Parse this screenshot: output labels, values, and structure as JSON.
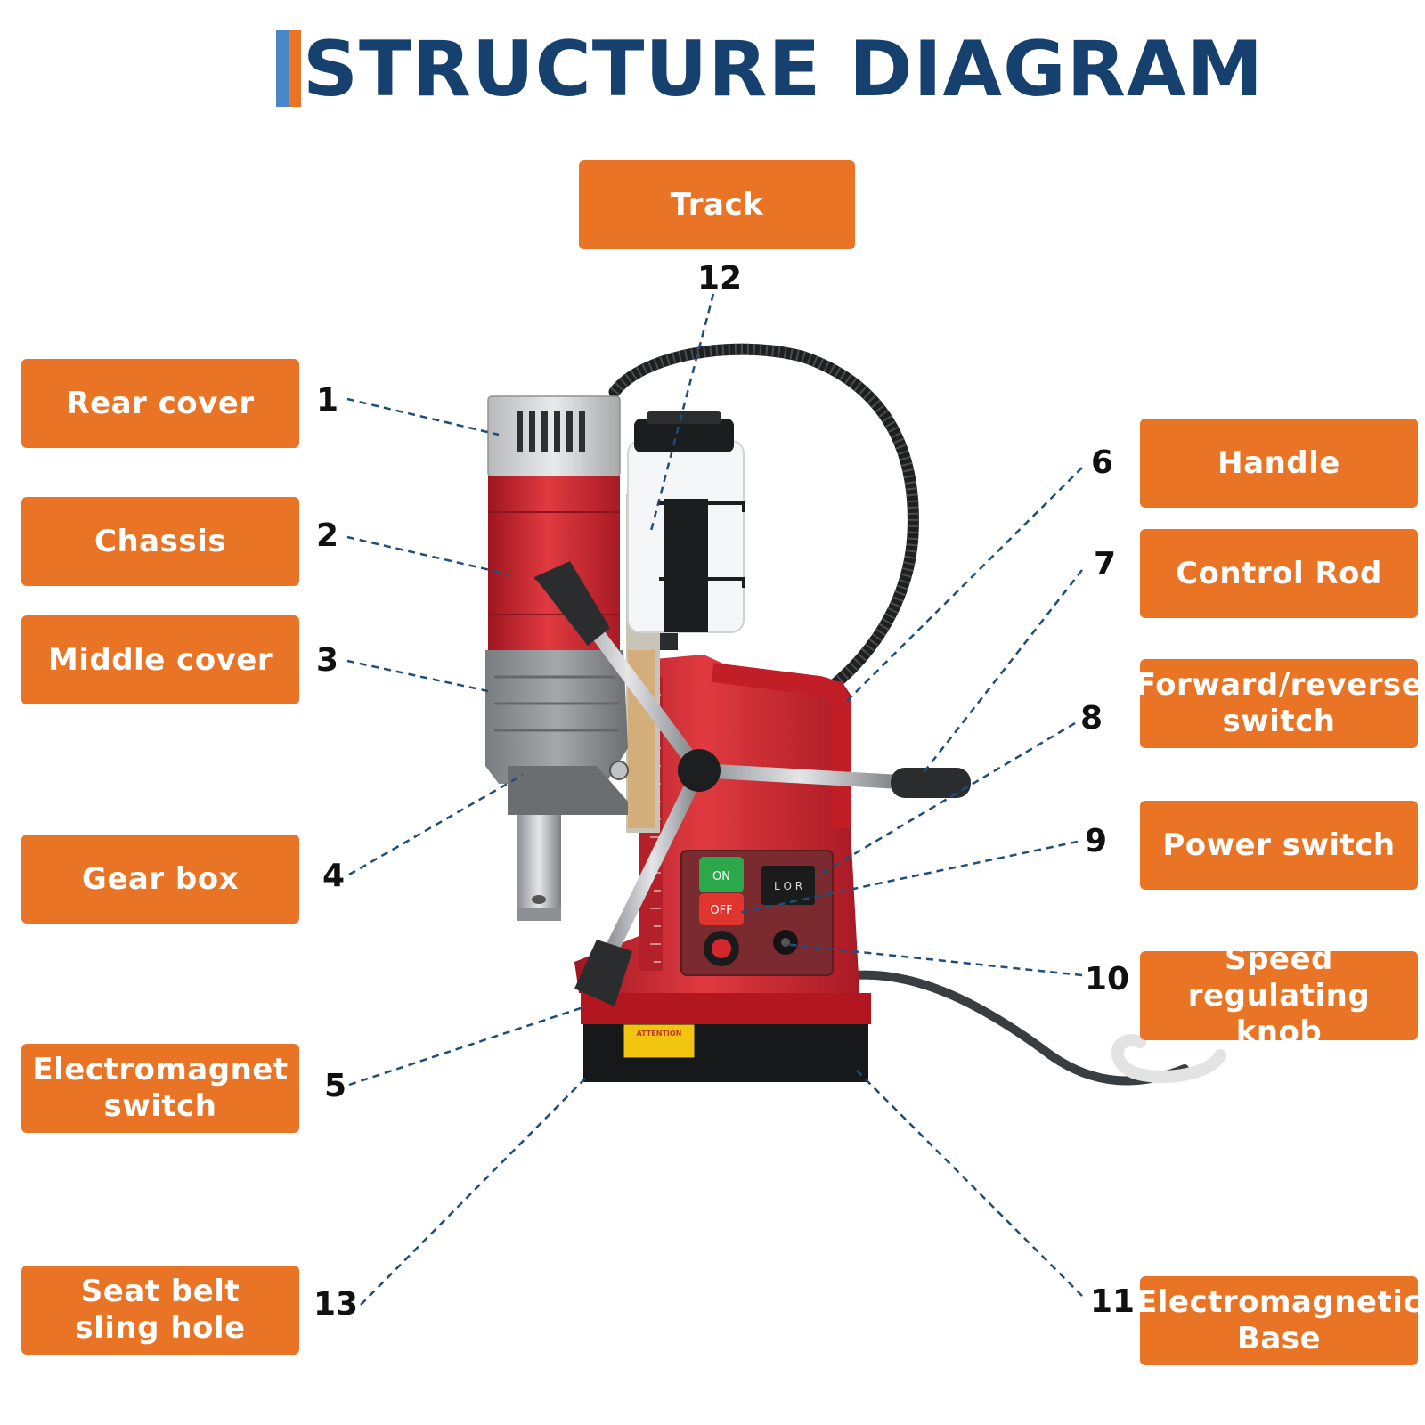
{
  "title": "STRUCTURE DIAGRAM",
  "colors": {
    "accent": "#ea7425",
    "title": "#16406e",
    "title_bar": "#4a86c8",
    "leader": "#1f4e7a",
    "machine_red": "#c8202b"
  },
  "parts": [
    {
      "num": "1",
      "label": "Rear cover"
    },
    {
      "num": "2",
      "label": "Chassis"
    },
    {
      "num": "3",
      "label": "Middle cover"
    },
    {
      "num": "4",
      "label": "Gear box"
    },
    {
      "num": "5",
      "label": "Electromagnet switch"
    },
    {
      "num": "6",
      "label": "Handle"
    },
    {
      "num": "7",
      "label": "Control Rod"
    },
    {
      "num": "8",
      "label": "Forward/reverse switch"
    },
    {
      "num": "9",
      "label": "Power switch"
    },
    {
      "num": "10",
      "label": "Speed regulating knob"
    },
    {
      "num": "11",
      "label": "Electromagnetic Base"
    },
    {
      "num": "12",
      "label": "Track"
    },
    {
      "num": "13",
      "label": "Seat belt sling hole"
    }
  ],
  "machine": {
    "btn_on": "ON",
    "btn_off": "OFF",
    "rocker": "L O R",
    "warning": "ATTENTION"
  }
}
